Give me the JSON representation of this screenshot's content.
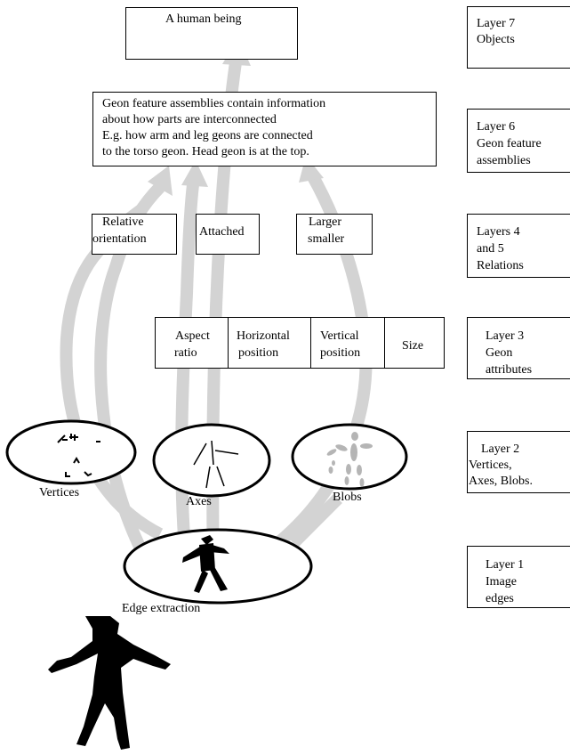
{
  "top_box": "A human being",
  "geon_assembly": {
    "lines": [
      "Geon feature assemblies contain information",
      "about how parts are interconnected",
      "E.g. how arm and leg geons are connected",
      "to the torso geon.  Head geon is at the top."
    ]
  },
  "relations": [
    {
      "lines": [
        "Relative",
        "orientation"
      ]
    },
    {
      "lines": [
        "Attached"
      ]
    },
    {
      "lines": [
        "Larger",
        "smaller"
      ]
    }
  ],
  "attributes": [
    {
      "lines": [
        "Aspect",
        "ratio"
      ]
    },
    {
      "lines": [
        "Horizontal",
        "position"
      ]
    },
    {
      "lines": [
        "Vertical",
        "position"
      ]
    },
    {
      "lines": [
        "Size"
      ]
    }
  ],
  "primitives": [
    {
      "label": "Vertices"
    },
    {
      "label": "Axes"
    },
    {
      "label": "Blobs"
    }
  ],
  "edge_label": "Edge extraction",
  "layers": [
    {
      "lines": [
        "Layer 7",
        "Objects"
      ]
    },
    {
      "lines": [
        "Layer 6",
        "Geon feature",
        "assemblies"
      ]
    },
    {
      "lines": [
        "Layers 4",
        "and 5",
        "Relations"
      ]
    },
    {
      "lines": [
        "Layer 3",
        "Geon",
        "attributes"
      ]
    },
    {
      "lines": [
        "Layer 2",
        "Vertices,",
        "Axes, Blobs."
      ]
    },
    {
      "lines": [
        "Layer 1",
        "Image",
        "edges"
      ]
    }
  ],
  "colors": {
    "arrow": "#d3d3d3",
    "line": "#000000",
    "figure": "#000000",
    "blob": "#b5b5b5"
  }
}
